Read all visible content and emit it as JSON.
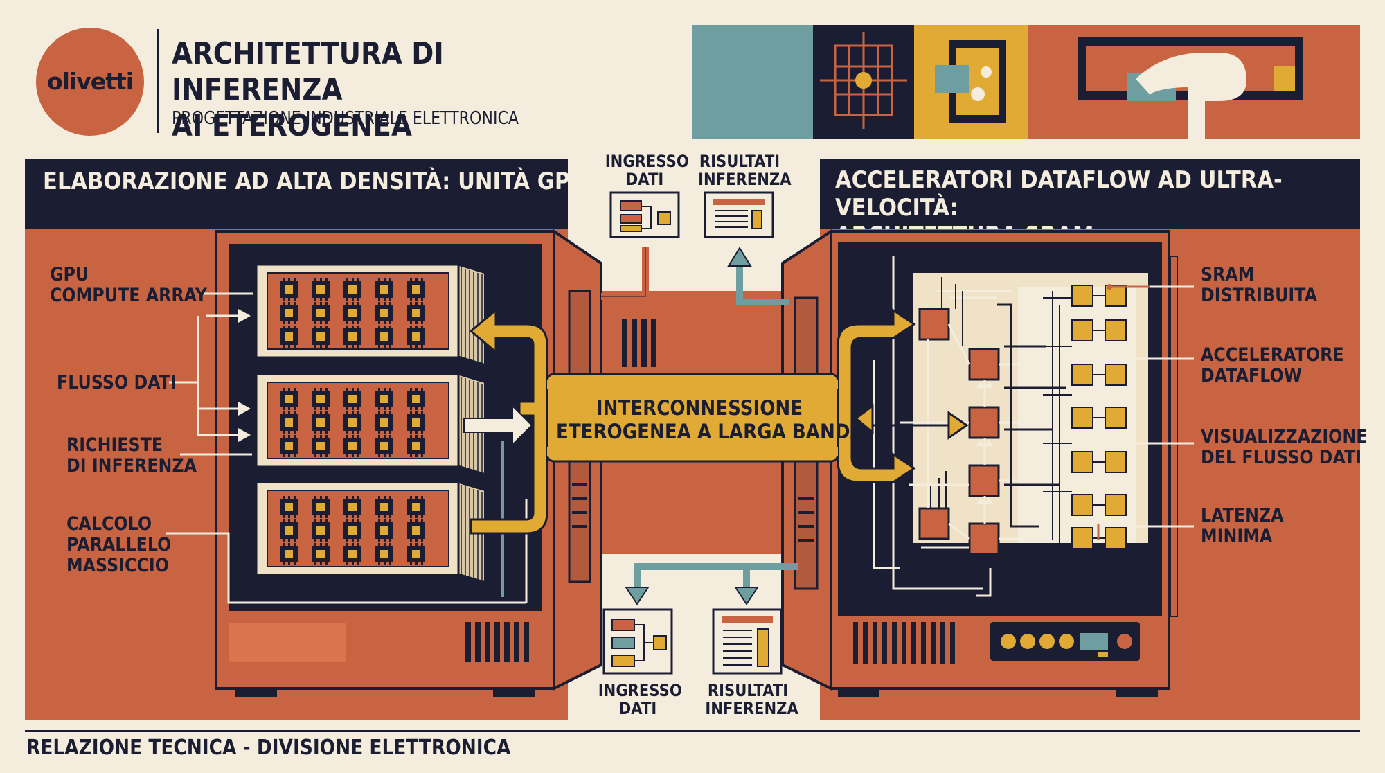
{
  "brand": {
    "logo_text": "olivetti"
  },
  "header": {
    "title_line1": "ARCHITETTURA DI INFERENZA",
    "title_line2": "AI ETEROGENEA",
    "subtitle": "PROGETTAZIONE INDUSTRIALE ELETTRONICA"
  },
  "left_panel": {
    "heading": "ELABORAZIONE AD ALTA DENSITÀ: UNITÀ GPU",
    "labels": [
      {
        "line1": "GPU",
        "line2": "COMPUTE ARRAY",
        "line3": ""
      },
      {
        "line1": "FLUSSO DATI",
        "line2": "",
        "line3": ""
      },
      {
        "line1": "RICHIESTE",
        "line2": "DI INFERENZA",
        "line3": ""
      },
      {
        "line1": "CALCOLO",
        "line2": "PARALLELO",
        "line3": "MASSICCIO"
      }
    ]
  },
  "right_panel": {
    "heading_line1": "ACCELERATORI DATAFLOW AD ULTRA-VELOCITÀ:",
    "heading_line2": "ARCHITETTURA SRAM",
    "labels": [
      {
        "line1": "SRAM",
        "line2": "DISTRIBUITA"
      },
      {
        "line1": "ACCELERATORE",
        "line2": "DATAFLOW"
      },
      {
        "line1": "VISUALIZZAZIONE",
        "line2": "DEL FLUSSO DATI"
      },
      {
        "line1": "LATENZA",
        "line2": "MINIMA"
      }
    ]
  },
  "interconnect": {
    "line1": "INTERCONNESSIONE",
    "line2": "ETEROGENEA A LARGA BANDA"
  },
  "top_flow": {
    "input": {
      "line1": "INGRESSO",
      "line2": "DATI"
    },
    "output": {
      "line1": "RISULTATI",
      "line2": "INFERENZA"
    }
  },
  "bottom_flow": {
    "input": {
      "line1": "INGRESSO",
      "line2": "DATI"
    },
    "output": {
      "line1": "RISULTATI",
      "line2": "INFERENZA"
    }
  },
  "footer": {
    "text": "RELAZIONE TECNICA - DIVISIONE ELETTRONICA"
  },
  "colors": {
    "navy": "#1b1e33",
    "terracotta": "#c96443",
    "mustard": "#e0aa35",
    "teal": "#6f9ea0",
    "cream": "#f4ecdc"
  },
  "icons": [
    "gpu-chip-icon",
    "sram-block-icon",
    "flowchart-document-icon",
    "list-document-icon"
  ]
}
